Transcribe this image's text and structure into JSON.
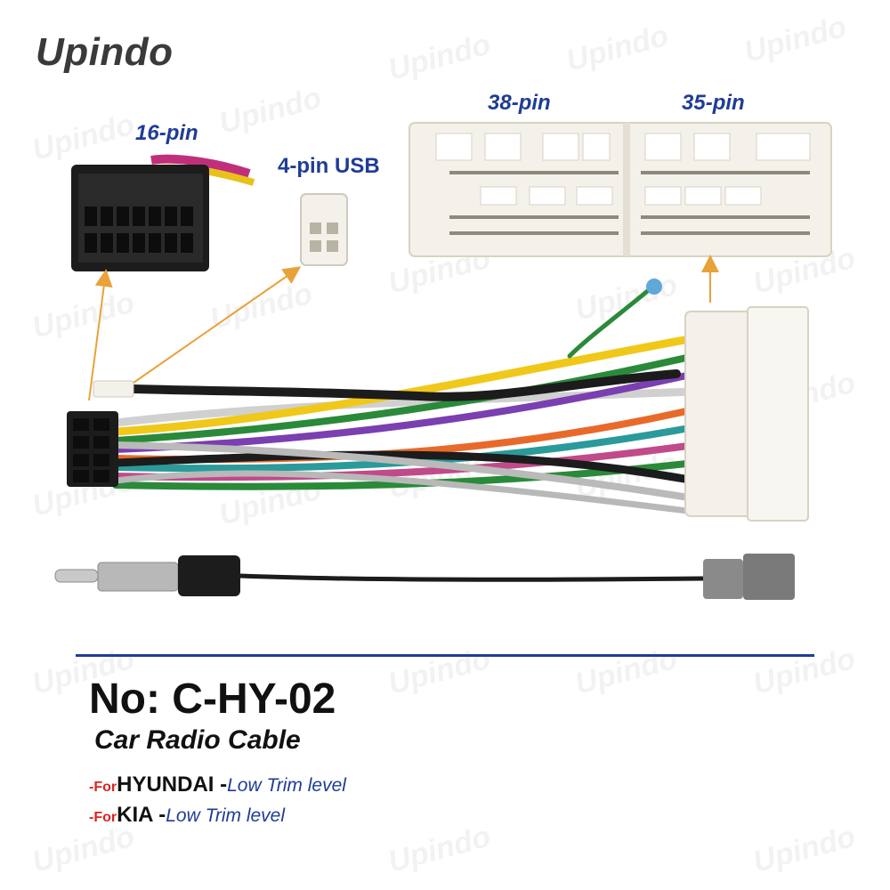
{
  "brand": {
    "watermark": "Upindo"
  },
  "connector_labels": {
    "pin16": "16-pin",
    "usb4": "4-pin USB",
    "pin38": "38-pin",
    "pin35": "35-pin"
  },
  "product": {
    "model": "No: C-HY-02",
    "name": "Car Radio Cable",
    "fitment": [
      {
        "prefix": "-For",
        "make": "HYUNDAI -",
        "trim": "Low Trim level"
      },
      {
        "prefix": "-For",
        "make": "KIA -",
        "trim": "Low Trim level"
      }
    ]
  },
  "colors": {
    "label_blue": "#1f3c96",
    "prefix_red": "#dd2222",
    "arrow_orange": "#e8a23a",
    "connector_white": "#f4f1ea",
    "connector_black": "#1c1c1c"
  }
}
